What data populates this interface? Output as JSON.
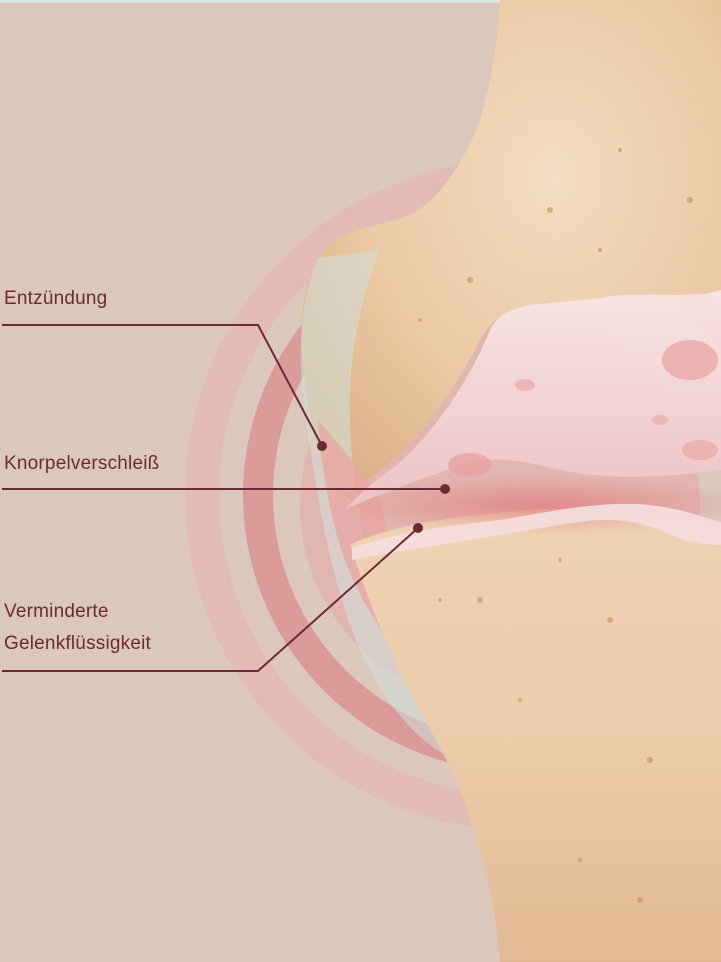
{
  "labels": {
    "inflammation": "Entzündung",
    "cartilage_wear": "Knorpelverschleiß",
    "reduced_fluid_line1": "Verminderte",
    "reduced_fluid_line2": "Gelenkflüssigkeit"
  },
  "colors": {
    "background": "#dcc7bc",
    "label_text": "#6b2a35",
    "leader_line": "#6b2a35",
    "ring_outer": "#e2b2ae",
    "ring_inner": "#d98e8e",
    "bone": "#eac9a4",
    "cartilage": "#f2d4d6",
    "inflamed_tissue": "#e59b9b"
  }
}
